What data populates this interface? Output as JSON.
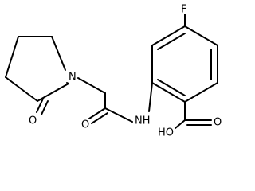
{
  "molecule": {
    "atoms": {
      "fluorine": "F",
      "ring_nitrogen": "N",
      "ketone_oxygen": "O",
      "amide_oxygen": "O",
      "amide_nh": "NH",
      "acid_hydroxyl": "HO",
      "acid_carbonyl_oxygen": "O"
    }
  }
}
